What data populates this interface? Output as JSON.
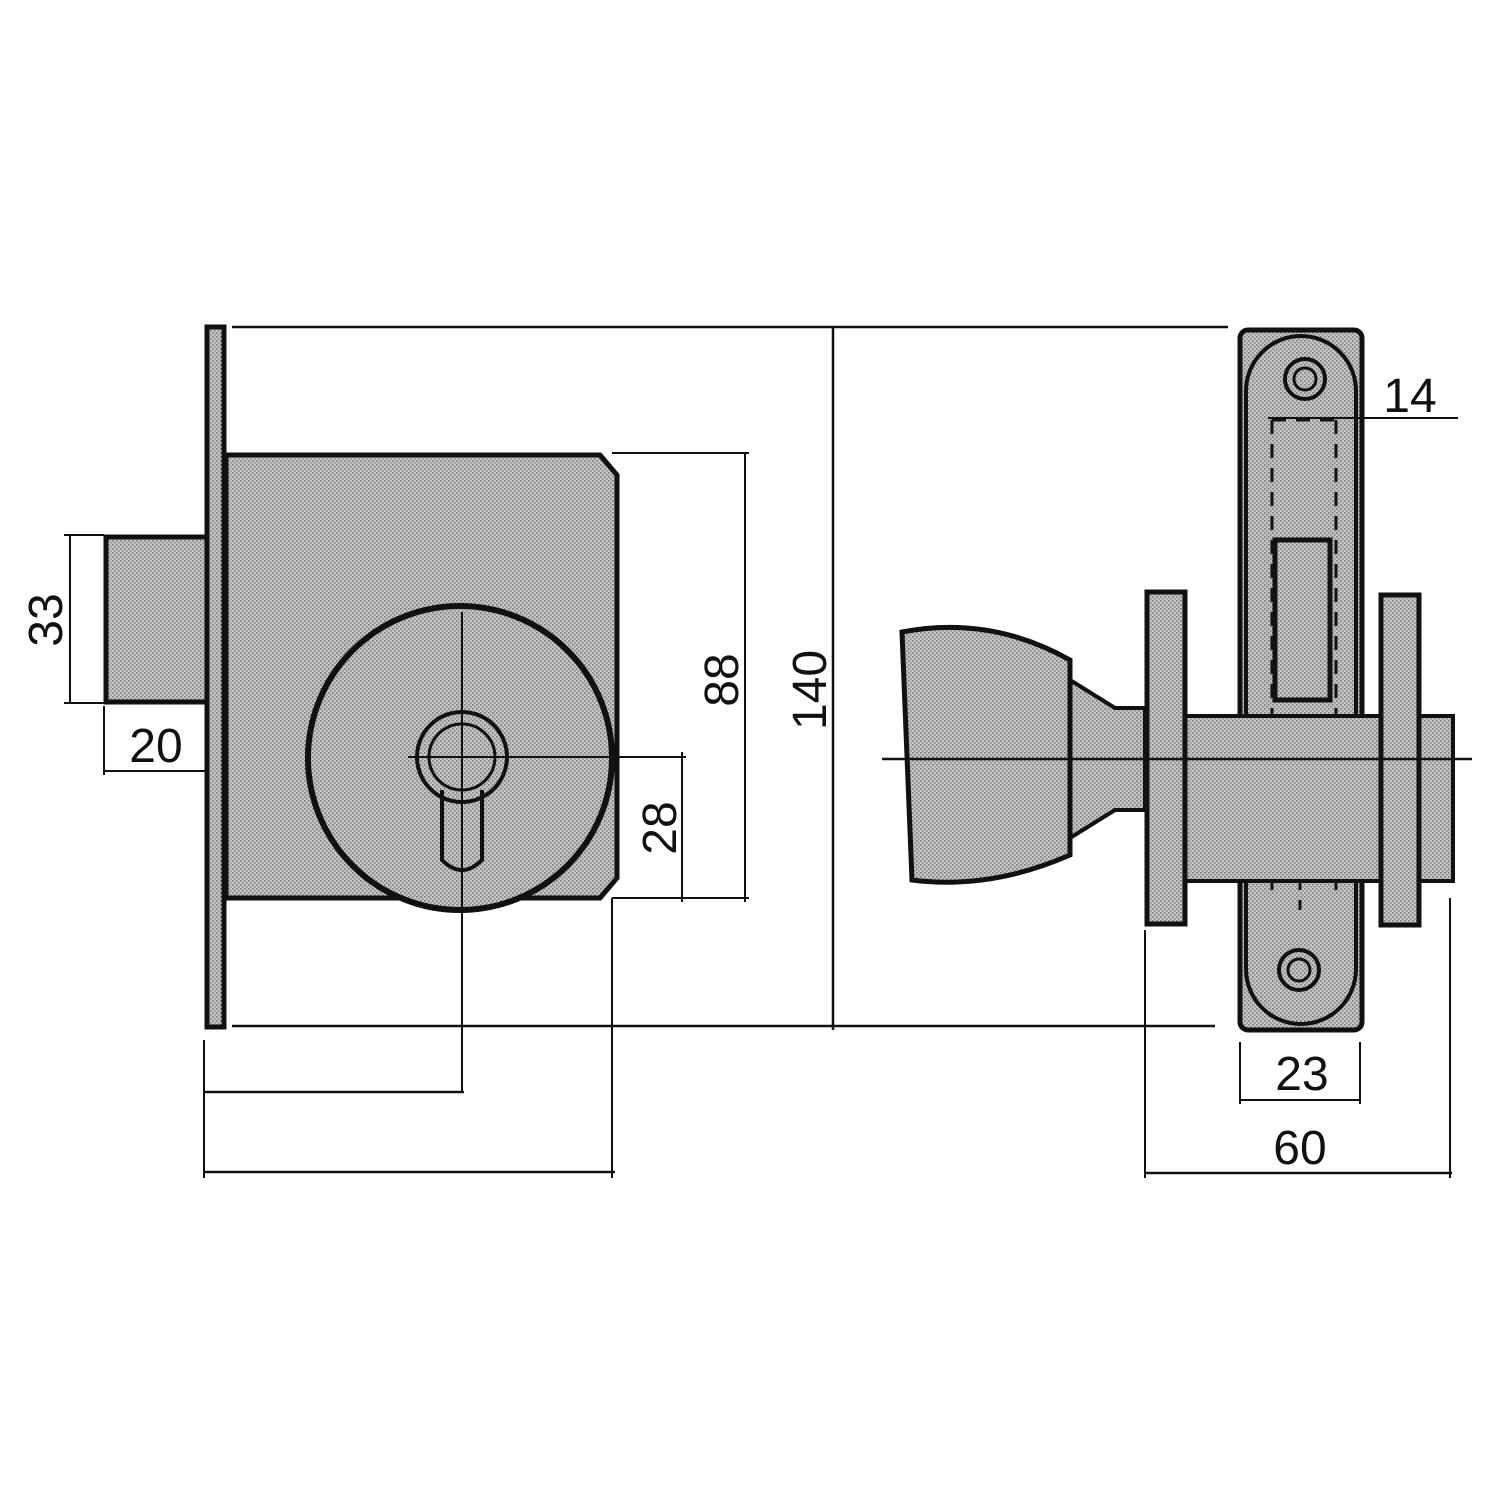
{
  "drawing": {
    "colors": {
      "ink": "#111111",
      "shade": "#bdbdbd",
      "paper": "#ffffff"
    },
    "dimensions": {
      "bolt_height": "33",
      "bolt_projection": "20",
      "case_height": "88",
      "cylinder_offset": "28",
      "faceplate_height": "140",
      "strike_width": "14",
      "faceplate_width": "23",
      "overall_depth": "60"
    }
  }
}
